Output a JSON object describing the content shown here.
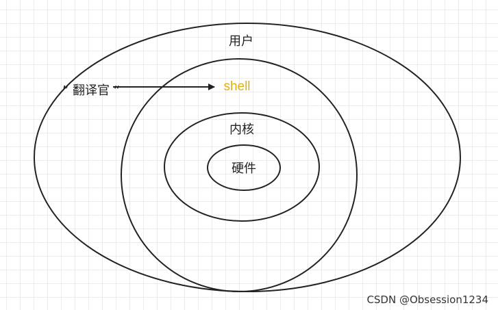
{
  "diagram": {
    "labels": {
      "user": "用户",
      "shell": "shell",
      "kernel": "内核",
      "hardware": "硬件",
      "translator": "” 翻译官 “"
    },
    "colors": {
      "line": "#222222",
      "shell_text": "#d8b216",
      "grid": "#ececec"
    }
  },
  "watermark": "CSDN @Obsession1234"
}
